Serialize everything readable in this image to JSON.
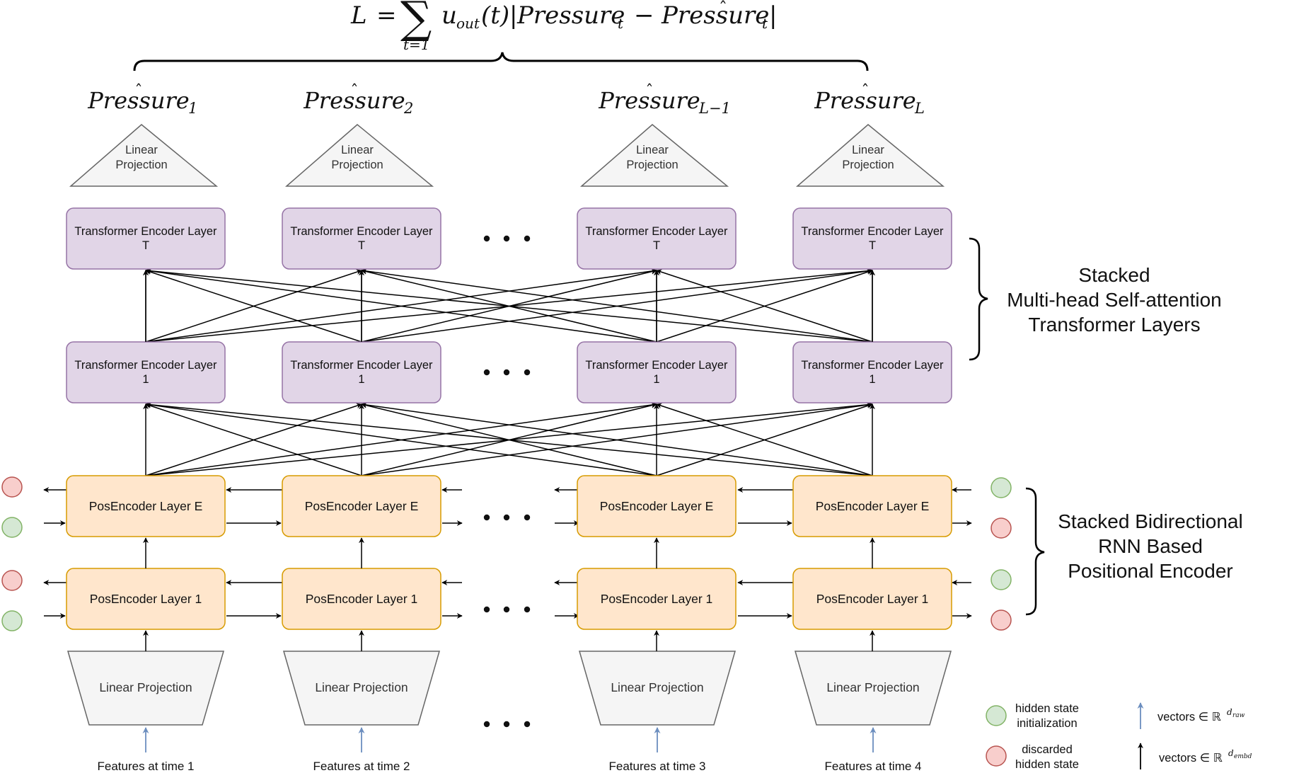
{
  "loss": {
    "lhs": "L",
    "eq": "=",
    "sum": "∑",
    "sum_sub": "t=1",
    "u": "u",
    "u_sub": "out",
    "arg": "(t)",
    "bar_open": "|",
    "p1": "Pressure",
    "p1_sub": "t",
    "minus": "−",
    "p2": "Pressure",
    "p2_sub": "t",
    "bar_close": "|"
  },
  "outputs": [
    {
      "label": "Pressure",
      "sub": "1"
    },
    {
      "label": "Pressure",
      "sub": "2"
    },
    {
      "label": "Pressure",
      "sub": "L−1"
    },
    {
      "label": "Pressure",
      "sub": "L"
    }
  ],
  "linear_projection_top": {
    "line1": "Linear",
    "line2": "Projection"
  },
  "transformer_top": {
    "line1": "Transformer Encoder Layer",
    "line2": "T"
  },
  "transformer_bottom": {
    "line1": "Transformer Encoder Layer",
    "line2": "1"
  },
  "pos_top": "PosEncoder Layer E",
  "pos_bottom": "PosEncoder Layer 1",
  "input_projection": "Linear Projection",
  "features": [
    "Features at time 1",
    "Features at time 2",
    "Features at time 3",
    "Features at time 4"
  ],
  "side_labels": {
    "transformer": [
      "Stacked",
      "Multi-head Self-attention",
      "Transformer Layers"
    ],
    "rnn": [
      "Stacked Bidirectional",
      "RNN Based",
      "Positional Encoder"
    ]
  },
  "legend": {
    "init_line1": "hidden state",
    "init_line2": "initialization",
    "discard_line1": "discarded",
    "discard_line2": "hidden state",
    "raw_prefix": "vectors ∈ ℝ",
    "raw_sup": "d",
    "raw_supsub": "raw",
    "embd_prefix": "vectors ∈ ℝ",
    "embd_sup": "d",
    "embd_supsub": "embd"
  },
  "colors": {
    "transformer_fill": "#e1d5e7",
    "transformer_stroke": "#9673a6",
    "pos_fill": "#ffe6cc",
    "pos_stroke": "#d79b00",
    "proj_fill": "#f5f5f5",
    "proj_stroke": "#666666",
    "init_fill": "#d5e8d4",
    "init_stroke": "#82b366",
    "discard_fill": "#f8cecc",
    "discard_stroke": "#b85450",
    "raw_arrow": "#6c8ebf",
    "embd_arrow": "#000000"
  }
}
